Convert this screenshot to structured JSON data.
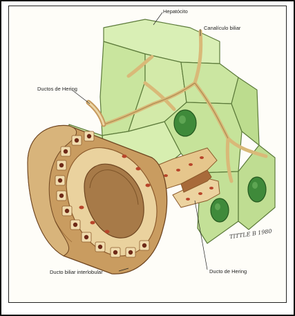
{
  "labels": {
    "hepatocito": "Hepatócito",
    "canaliculo": "Canalículo biliar",
    "ductos_hering": "Ductos de Hering",
    "ducto_hering": "Ducto de Hering",
    "ducto_biliar": "Ducto biliar interlobular"
  },
  "signature": "TITTLE B 1980",
  "colors": {
    "hepatocyte_fill": "#cfe9a8",
    "hepatocyte_edge": "#5c7a3a",
    "nucleus": "#3f8a3a",
    "duct_outer": "#c69a5e",
    "duct_cells": "#e9cf9a",
    "duct_nucleus": "#b8452a",
    "canaliculus": "#e0c48a"
  }
}
